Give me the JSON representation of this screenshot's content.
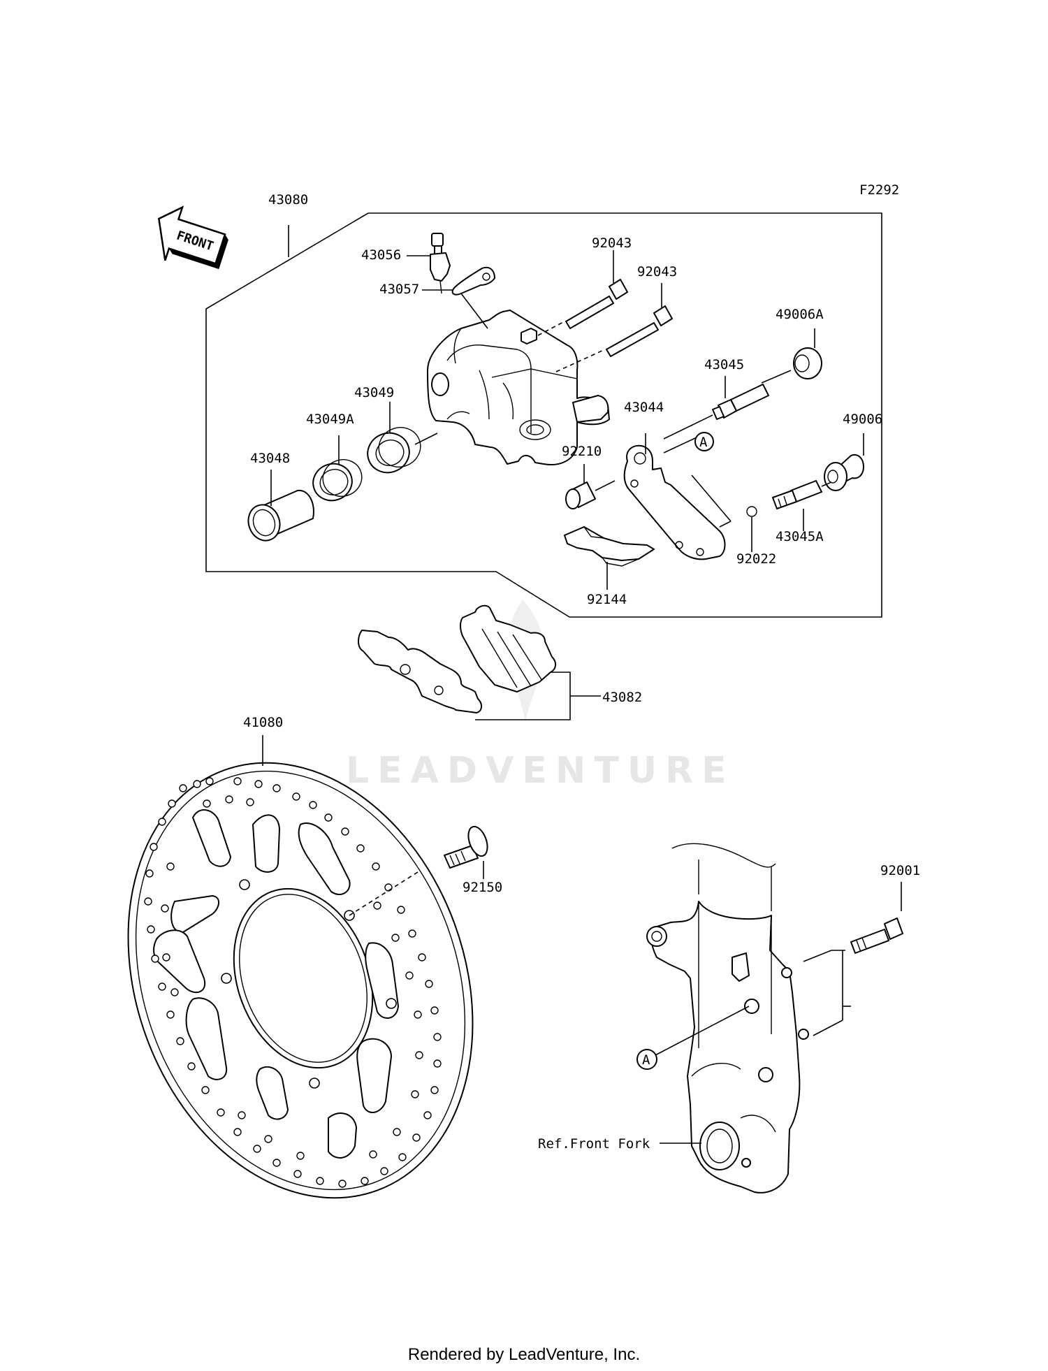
{
  "figure_code": "F2292",
  "direction_label": "FRONT",
  "watermark": "LEADVENTURE",
  "footer": "Rendered by LeadVenture, Inc.",
  "parts": [
    {
      "number": "43080",
      "name": "caliper-assembly"
    },
    {
      "number": "43056",
      "name": "bleeder-valve"
    },
    {
      "number": "43057",
      "name": "bleeder-cap"
    },
    {
      "number": "92043",
      "name": "pin-bolt-upper"
    },
    {
      "number": "92043",
      "name": "pin-bolt-lower"
    },
    {
      "number": "49006A",
      "name": "boot-a"
    },
    {
      "number": "43045",
      "name": "slide-pin"
    },
    {
      "number": "43049",
      "name": "piston-seal"
    },
    {
      "number": "43049A",
      "name": "dust-seal"
    },
    {
      "number": "43044",
      "name": "caliper-bracket"
    },
    {
      "number": "49006",
      "name": "boot"
    },
    {
      "number": "92210",
      "name": "sleeve"
    },
    {
      "number": "43048",
      "name": "piston"
    },
    {
      "number": "43045A",
      "name": "slide-pin-a"
    },
    {
      "number": "92022",
      "name": "circlip"
    },
    {
      "number": "92144",
      "name": "pad-spring"
    },
    {
      "number": "43082",
      "name": "brake-pad-set"
    },
    {
      "number": "41080",
      "name": "brake-disc"
    },
    {
      "number": "92150",
      "name": "disc-bolt"
    },
    {
      "number": "92001",
      "name": "caliper-mount-bolt"
    }
  ],
  "reference_marker": "A",
  "ref_note": "Ref.Front Fork"
}
